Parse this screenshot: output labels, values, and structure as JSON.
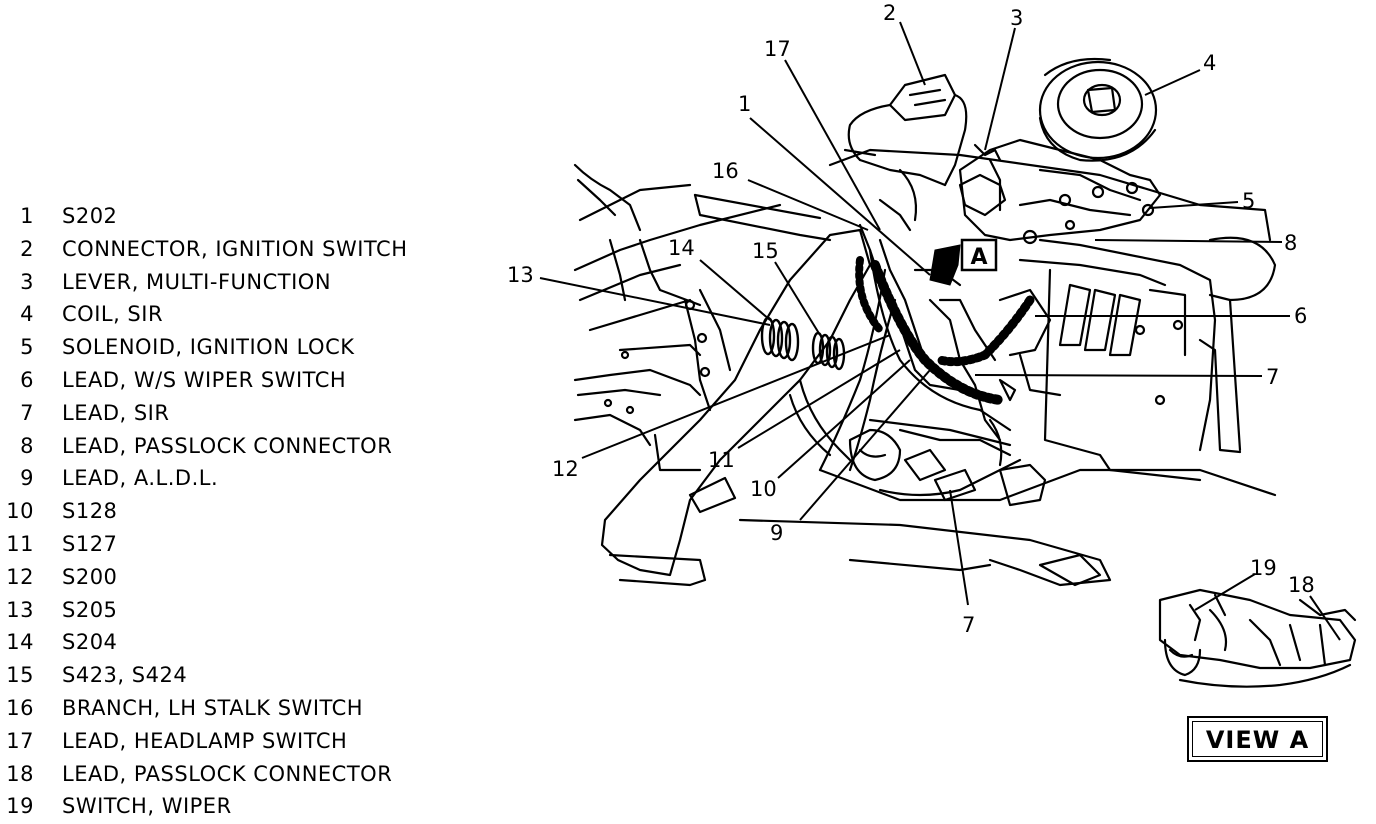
{
  "legend": [
    {
      "num": "1",
      "label": "S202"
    },
    {
      "num": "2",
      "label": "CONNECTOR, IGNITION SWITCH"
    },
    {
      "num": "3",
      "label": "LEVER, MULTI-FUNCTION"
    },
    {
      "num": "4",
      "label": "COIL, SIR"
    },
    {
      "num": "5",
      "label": "SOLENOID, IGNITION LOCK"
    },
    {
      "num": "6",
      "label": "LEAD, W/S WIPER SWITCH"
    },
    {
      "num": "7",
      "label": "LEAD, SIR"
    },
    {
      "num": "8",
      "label": "LEAD, PASSLOCK CONNECTOR"
    },
    {
      "num": "9",
      "label": "LEAD, A.L.D.L."
    },
    {
      "num": "10",
      "label": "S128"
    },
    {
      "num": "11",
      "label": "S127"
    },
    {
      "num": "12",
      "label": "S200"
    },
    {
      "num": "13",
      "label": "S205"
    },
    {
      "num": "14",
      "label": "S204"
    },
    {
      "num": "15",
      "label": "S423, S424"
    },
    {
      "num": "16",
      "label": "BRANCH, LH STALK SWITCH"
    },
    {
      "num": "17",
      "label": "LEAD, HEADLAMP SWITCH"
    },
    {
      "num": "18",
      "label": "LEAD, PASSLOCK CONNECTOR"
    },
    {
      "num": "19",
      "label": "SWITCH, WIPER"
    }
  ],
  "callouts": {
    "c1": "1",
    "c2": "2",
    "c3": "3",
    "c4": "4",
    "c5": "5",
    "c6": "6",
    "c7a": "7",
    "c7b": "7",
    "c8": "8",
    "c9": "9",
    "c10": "10",
    "c11": "11",
    "c12": "12",
    "c13": "13",
    "c14": "14",
    "c15": "15",
    "c16": "16",
    "c17": "17",
    "c18": "18",
    "c19": "19"
  },
  "detail_marker": "A",
  "view_label": "VIEW A"
}
